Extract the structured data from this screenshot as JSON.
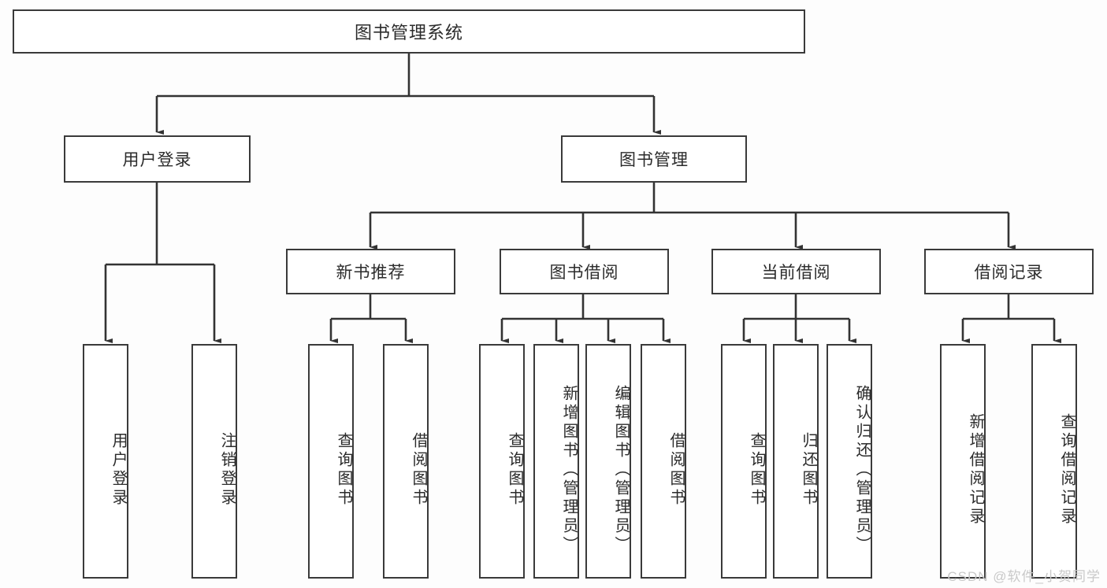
{
  "diagram": {
    "type": "tree",
    "title": "图书管理系统",
    "colors": {
      "box_border": "#3a3a3a",
      "box_fill": "#ffffff",
      "connector": "#333333",
      "text": "#2b2b2b",
      "background": "#fdfdfd",
      "watermark": "#c9c9c9"
    },
    "root": {
      "label": "图书管理系统"
    },
    "level2": [
      {
        "label": "用户登录"
      },
      {
        "label": "图书管理"
      }
    ],
    "level3": [
      {
        "label": "新书推荐"
      },
      {
        "label": "图书借阅"
      },
      {
        "label": "当前借阅"
      },
      {
        "label": "借阅记录"
      }
    ],
    "leaves": {
      "user_login": [
        {
          "label": "用户登录"
        },
        {
          "label": "注销登录"
        }
      ],
      "new_book_recommend": [
        {
          "label": "查询图书"
        },
        {
          "label": "借阅图书"
        }
      ],
      "book_borrow": [
        {
          "label": "查询图书"
        },
        {
          "label": "新增图书（管理员）"
        },
        {
          "label": "编辑图书（管理员）"
        },
        {
          "label": "借阅图书"
        }
      ],
      "current_borrow": [
        {
          "label": "查询图书"
        },
        {
          "label": "归还图书"
        },
        {
          "label": "确认归还（管理员）"
        }
      ],
      "borrow_record": [
        {
          "label": "新增借阅记录"
        },
        {
          "label": "查询借阅记录"
        }
      ]
    },
    "watermark": "CSDN @软件_小贺同学"
  }
}
